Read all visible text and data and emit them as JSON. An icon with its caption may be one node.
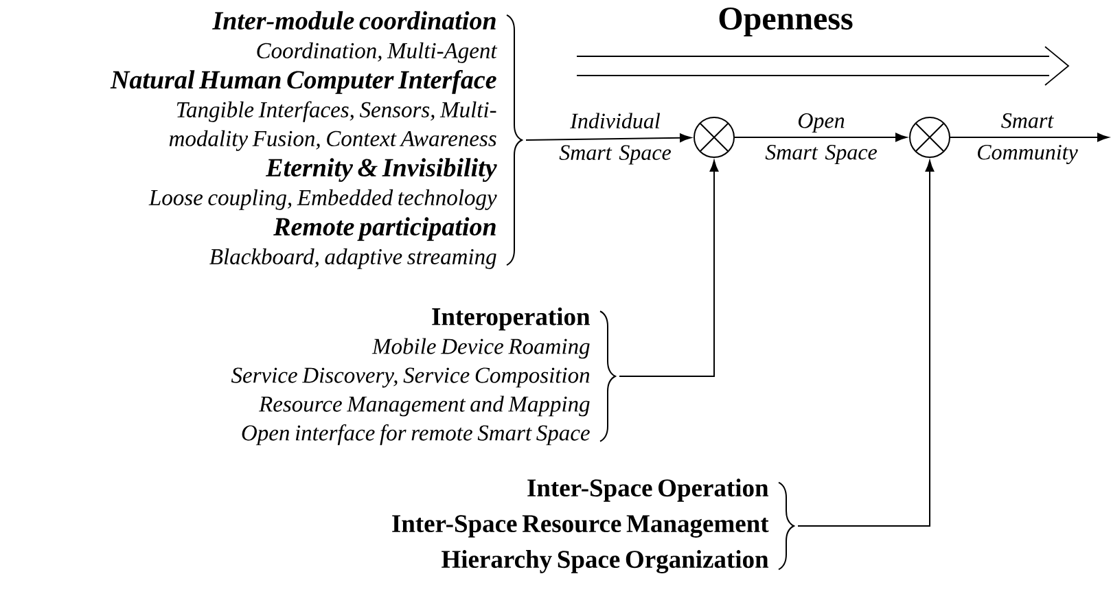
{
  "diagram": {
    "title": "Openness",
    "nodes": [
      {
        "text": [
          "Inter-module coordination",
          "Coordination, Multi-Agent",
          "Natural Human Computer Interface",
          "Tangible Interfaces, Sensors, Multi-modality Fusion, Context Awareness",
          "Eternity & Invisibility",
          "Loose coupling, Embedded technology",
          "Remote participation",
          "Blackboard, adaptive streaming"
        ]
      },
      {
        "text": [],
        "shape": "circle"
      },
      {
        "text": [],
        "shape": "circle"
      },
      {
        "text": [
          "Interoperation",
          "Mobile Device Roaming",
          "Service Discovery, Service Composition",
          "Resource Management and Mapping",
          "Open interface for remote Smart Space"
        ]
      },
      {
        "text": [
          "Inter-Space Operation",
          "Inter-Space Resource Management",
          "Hierarchy Space Organization"
        ]
      }
    ],
    "edges": [
      {
        "from": 0,
        "to": 1,
        "arrow": "to",
        "label": "Individual Smart Space"
      },
      {
        "from": 1,
        "to": 2,
        "arrow": "to",
        "label": "Open Smart Space"
      },
      {
        "from": 2,
        "to": null,
        "arrow": "to",
        "label": "Smart Community"
      },
      {
        "from": 3,
        "to": 1,
        "arrow": "to"
      },
      {
        "from": 4,
        "to": 2,
        "arrow": "to"
      }
    ]
  }
}
